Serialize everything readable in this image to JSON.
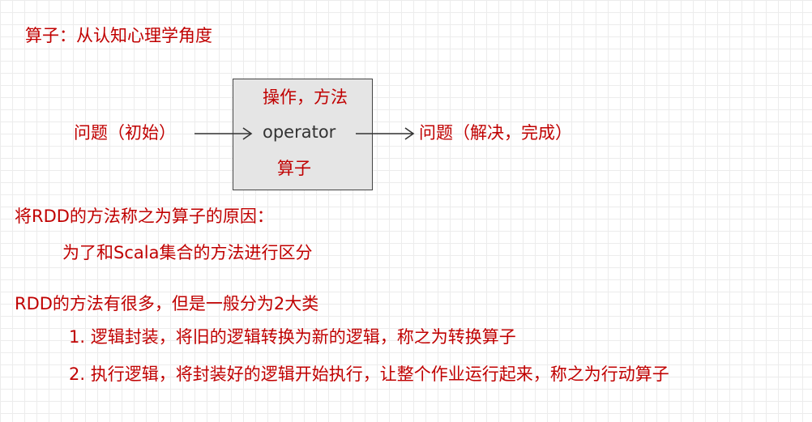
{
  "title": "算子：从认知心理学角度",
  "diagram": {
    "input_label": "问题（初始）",
    "box_top_label": "操作，方法",
    "box_middle_label": "operator",
    "box_bottom_label": "算子",
    "output_label": "问题（解决，完成）",
    "colors": {
      "red_text": "#c00000",
      "box_fill": "#e5e5e5",
      "box_border": "#444444",
      "arrow": "#333333"
    }
  },
  "section1": {
    "title": "将RDD的方法称之为算子的原因：",
    "line": "为了和Scala集合的方法进行区分"
  },
  "section2": {
    "title": "RDD的方法有很多，但是一般分为2大类",
    "items": [
      "1. 逻辑封装，将旧的逻辑转换为新的逻辑，称之为转换算子",
      "2. 执行逻辑，将封装好的逻辑开始执行，让整个作业运行起来，称之为行动算子"
    ]
  }
}
